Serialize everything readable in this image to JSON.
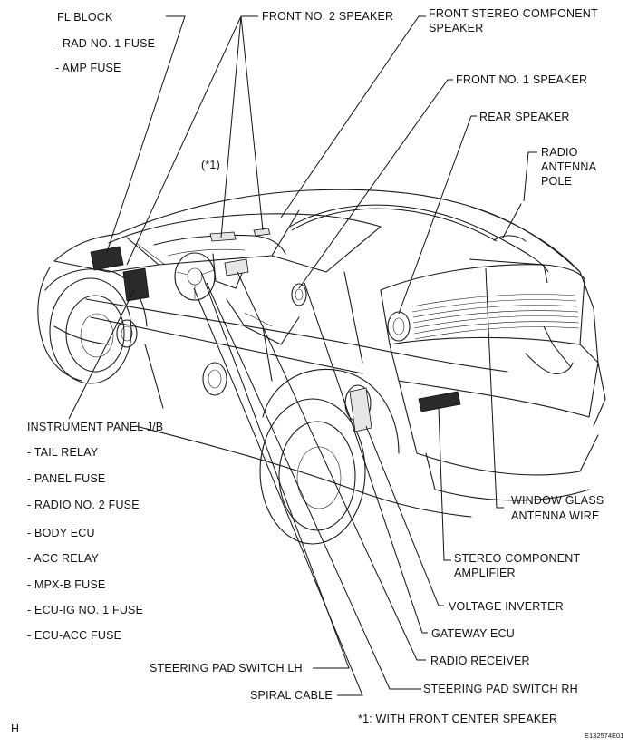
{
  "labels": {
    "fl_block": "FL BLOCK",
    "rad_no1_fuse": "- RAD NO. 1 FUSE",
    "amp_fuse": "- AMP FUSE",
    "front_no2_speaker": "FRONT NO. 2 SPEAKER",
    "front_stereo_component_speaker_1": "FRONT STEREO COMPONENT",
    "front_stereo_component_speaker_2": "SPEAKER",
    "front_no1_speaker": "FRONT NO. 1 SPEAKER",
    "rear_speaker": "REAR SPEAKER",
    "radio_antenna_pole_1": "RADIO",
    "radio_antenna_pole_2": "ANTENNA",
    "radio_antenna_pole_3": "POLE",
    "footnote_marker": "(*1)",
    "instrument_panel_jb": "INSTRUMENT PANEL J/B",
    "tail_relay": "- TAIL RELAY",
    "panel_fuse": "- PANEL FUSE",
    "radio_no2_fuse": "- RADIO NO. 2 FUSE",
    "body_ecu": "- BODY ECU",
    "acc_relay": "- ACC RELAY",
    "mpx_b_fuse": "- MPX-B FUSE",
    "ecu_ig_no1_fuse": "- ECU-IG NO. 1 FUSE",
    "ecu_acc_fuse": "- ECU-ACC FUSE",
    "window_glass_antenna_wire_1": "WINDOW GLASS",
    "window_glass_antenna_wire_2": "ANTENNA WIRE",
    "stereo_component_amplifier_1": "STEREO COMPONENT",
    "stereo_component_amplifier_2": "AMPLIFIER",
    "voltage_inverter": "VOLTAGE INVERTER",
    "gateway_ecu": "GATEWAY ECU",
    "radio_receiver": "RADIO RECEIVER",
    "steering_pad_switch_lh": "STEERING PAD SWITCH LH",
    "steering_pad_switch_rh": "STEERING PAD SWITCH RH",
    "spiral_cable": "SPIRAL CABLE",
    "footnote": "*1: WITH FRONT CENTER SPEAKER",
    "page_letter": "H",
    "figure_code": "E132574E01"
  }
}
